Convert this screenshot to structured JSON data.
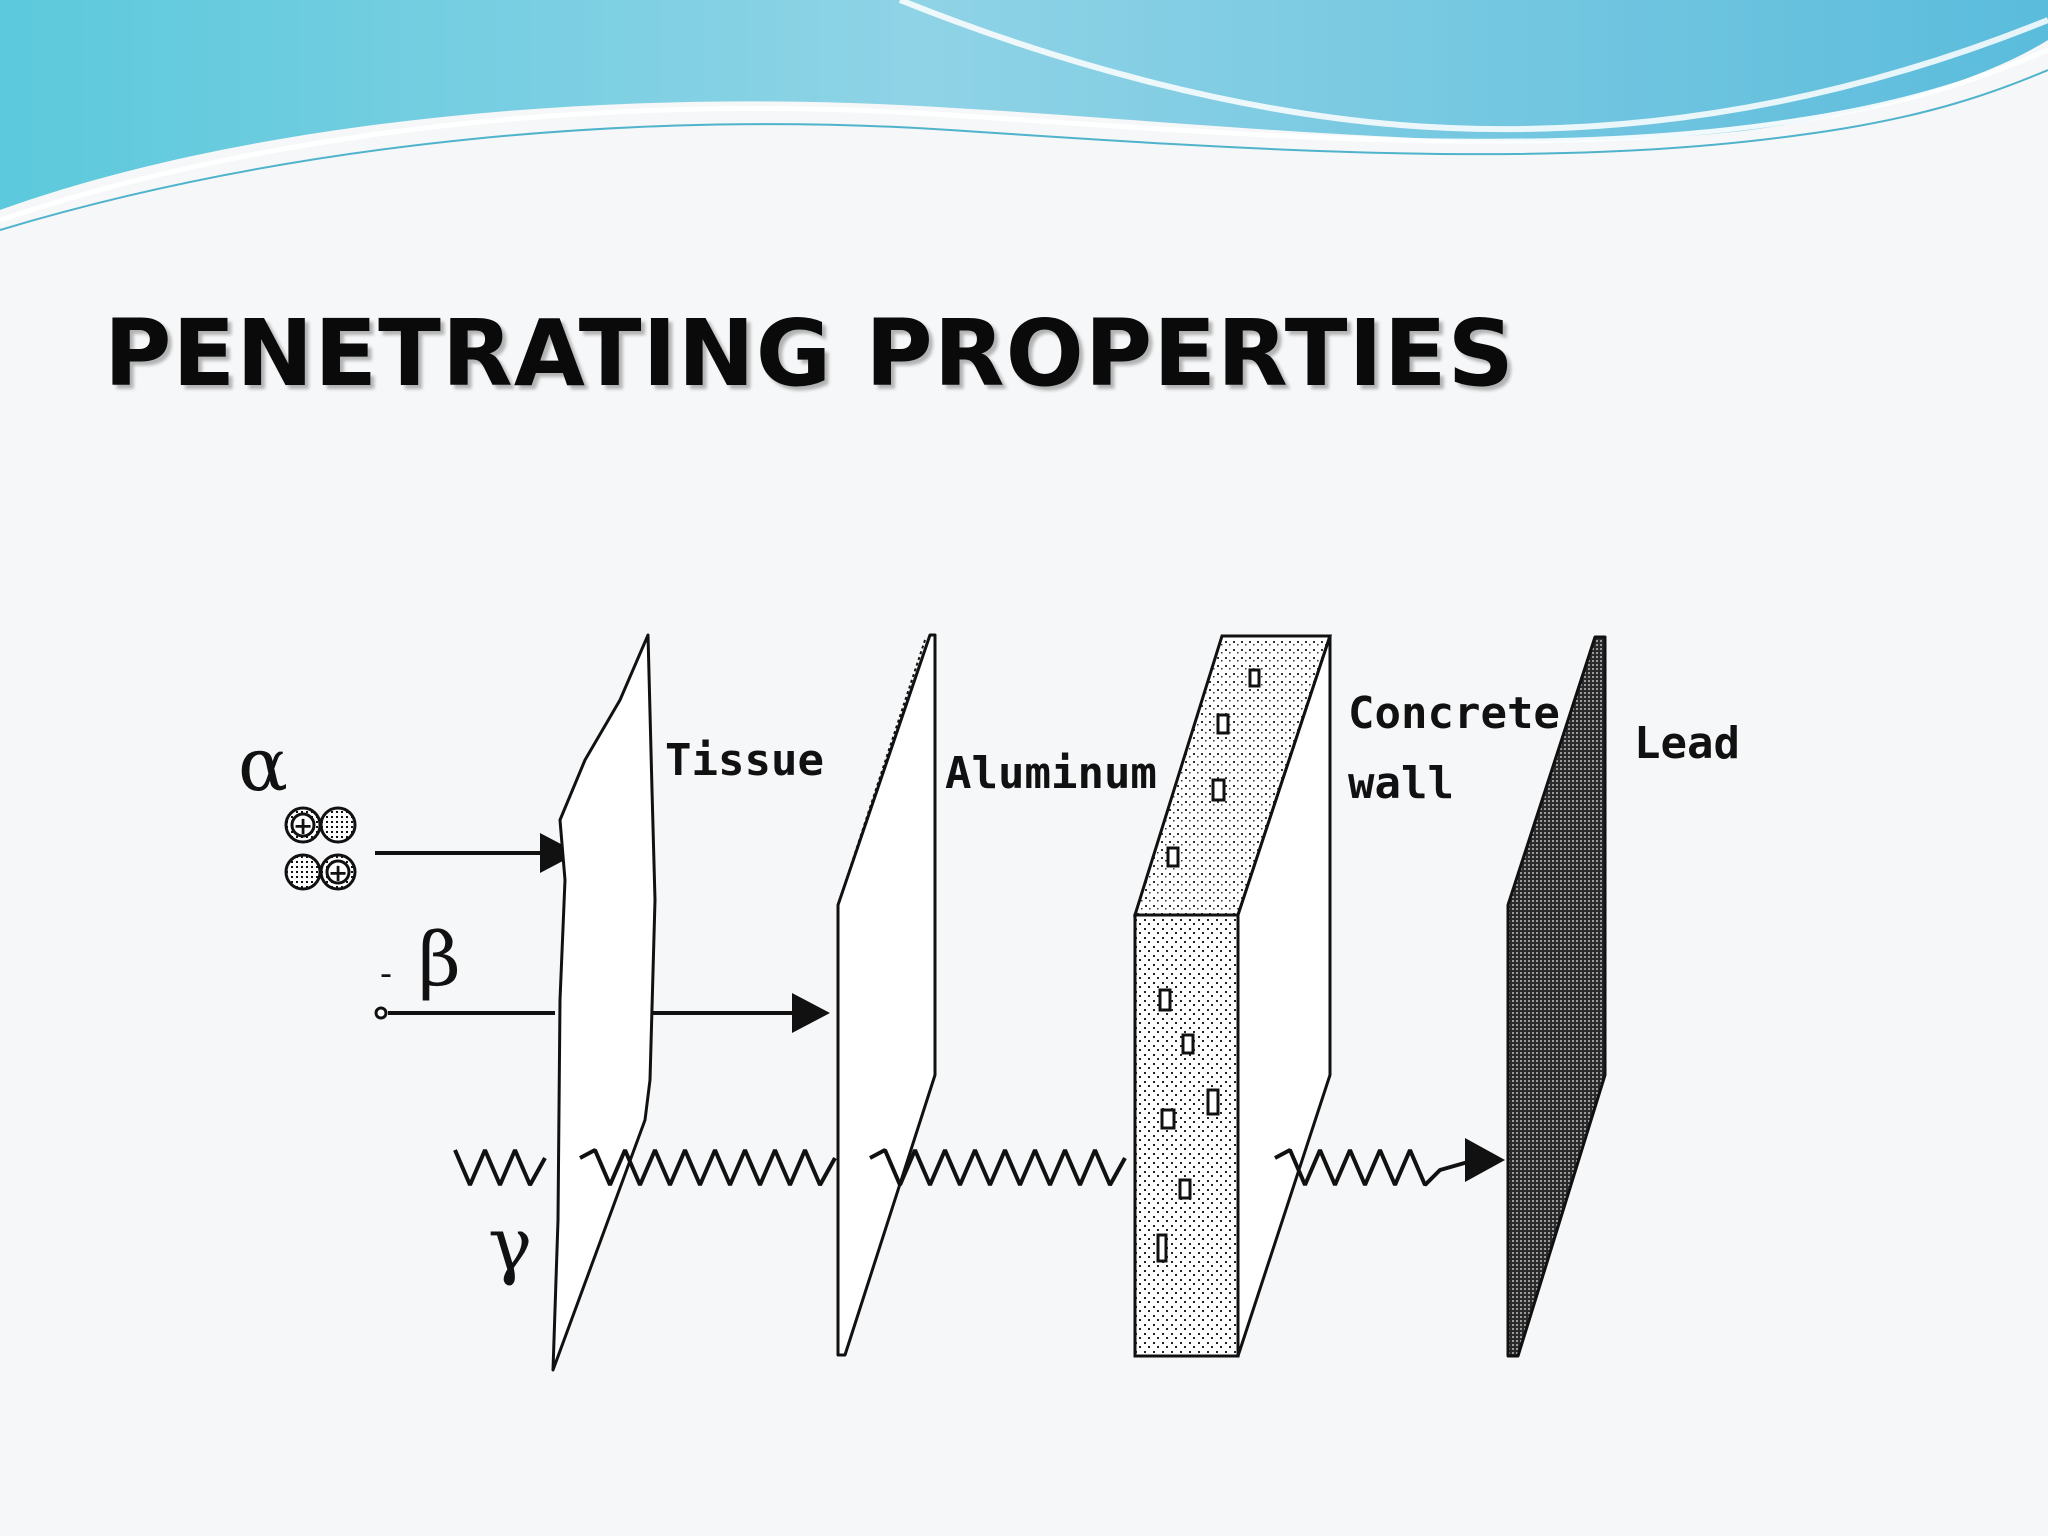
{
  "slide": {
    "title": "PENETRATING PROPERTIES",
    "theme_colors": {
      "wave_light": "#bfe8f2",
      "wave_mid": "#6cc9e0",
      "wave_dark": "#3a9fc8",
      "background": "#f6f7f8"
    }
  },
  "diagram": {
    "radiations": [
      {
        "symbol": "α",
        "particle_charges": [
          "+",
          "+"
        ],
        "icon": "helium-nucleus-icon"
      },
      {
        "symbol": "β",
        "particle_charge": "-",
        "icon": "electron-icon"
      },
      {
        "symbol": "γ",
        "icon": "wave-icon"
      }
    ],
    "barriers": [
      {
        "label": "Tissue"
      },
      {
        "label": "Aluminum"
      },
      {
        "label_line1": "Concrete",
        "label_line2": "wall"
      },
      {
        "label": "Lead"
      }
    ]
  }
}
